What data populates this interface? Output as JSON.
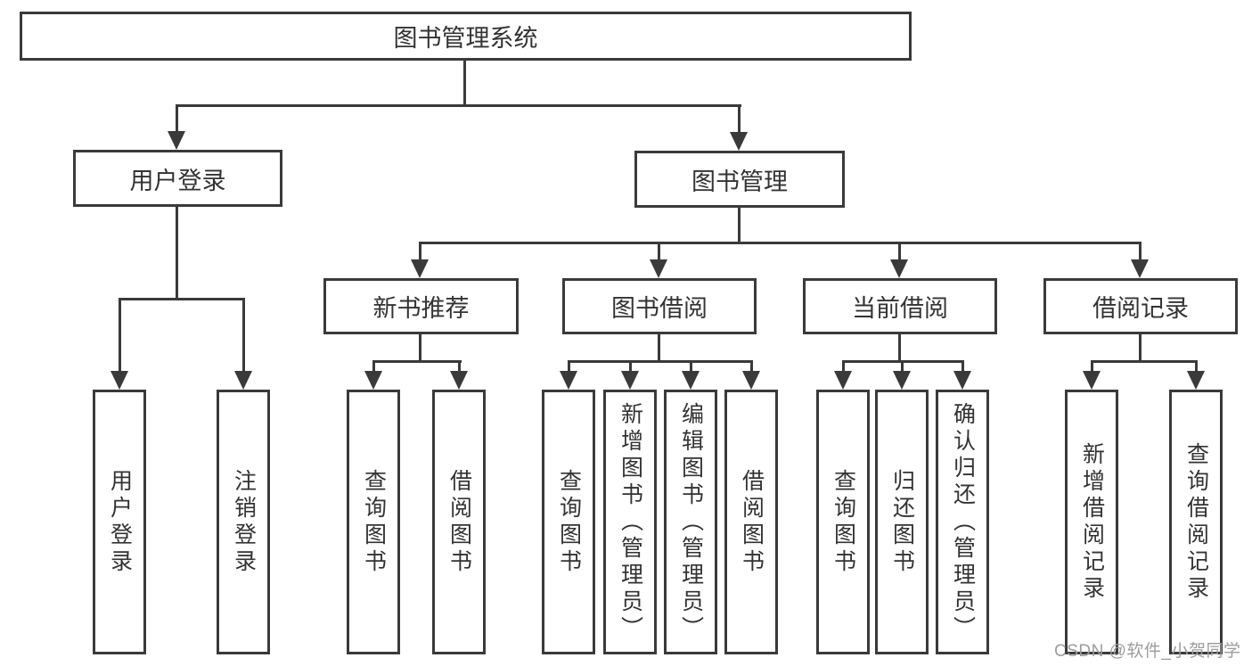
{
  "tree": {
    "root": {
      "label": "图书管理系统"
    },
    "branches": [
      {
        "label": "用户登录",
        "children": [
          {
            "label": "用户登录"
          },
          {
            "label": "注销登录"
          }
        ]
      },
      {
        "label": "图书管理",
        "children": [
          {
            "label": "新书推荐",
            "children": [
              {
                "label": "查询图书"
              },
              {
                "label": "借阅图书"
              }
            ]
          },
          {
            "label": "图书借阅",
            "children": [
              {
                "label": "查询图书"
              },
              {
                "label": "新增图书（管理员）"
              },
              {
                "label": "编辑图书（管理员）"
              },
              {
                "label": "借阅图书"
              }
            ]
          },
          {
            "label": "当前借阅",
            "children": [
              {
                "label": "查询图书"
              },
              {
                "label": "归还图书"
              },
              {
                "label": "确认归还（管理员）"
              }
            ]
          },
          {
            "label": "借阅记录",
            "children": [
              {
                "label": "新增借阅记录"
              },
              {
                "label": "查询借阅记录"
              }
            ]
          }
        ]
      }
    ]
  },
  "watermark": "CSDN @软件_小贺同学",
  "colors": {
    "line": "#3a3a3a",
    "box_border": "#3a3a3a",
    "text": "#333333",
    "watermark": "#9c9c9c",
    "background": "#ffffff"
  }
}
